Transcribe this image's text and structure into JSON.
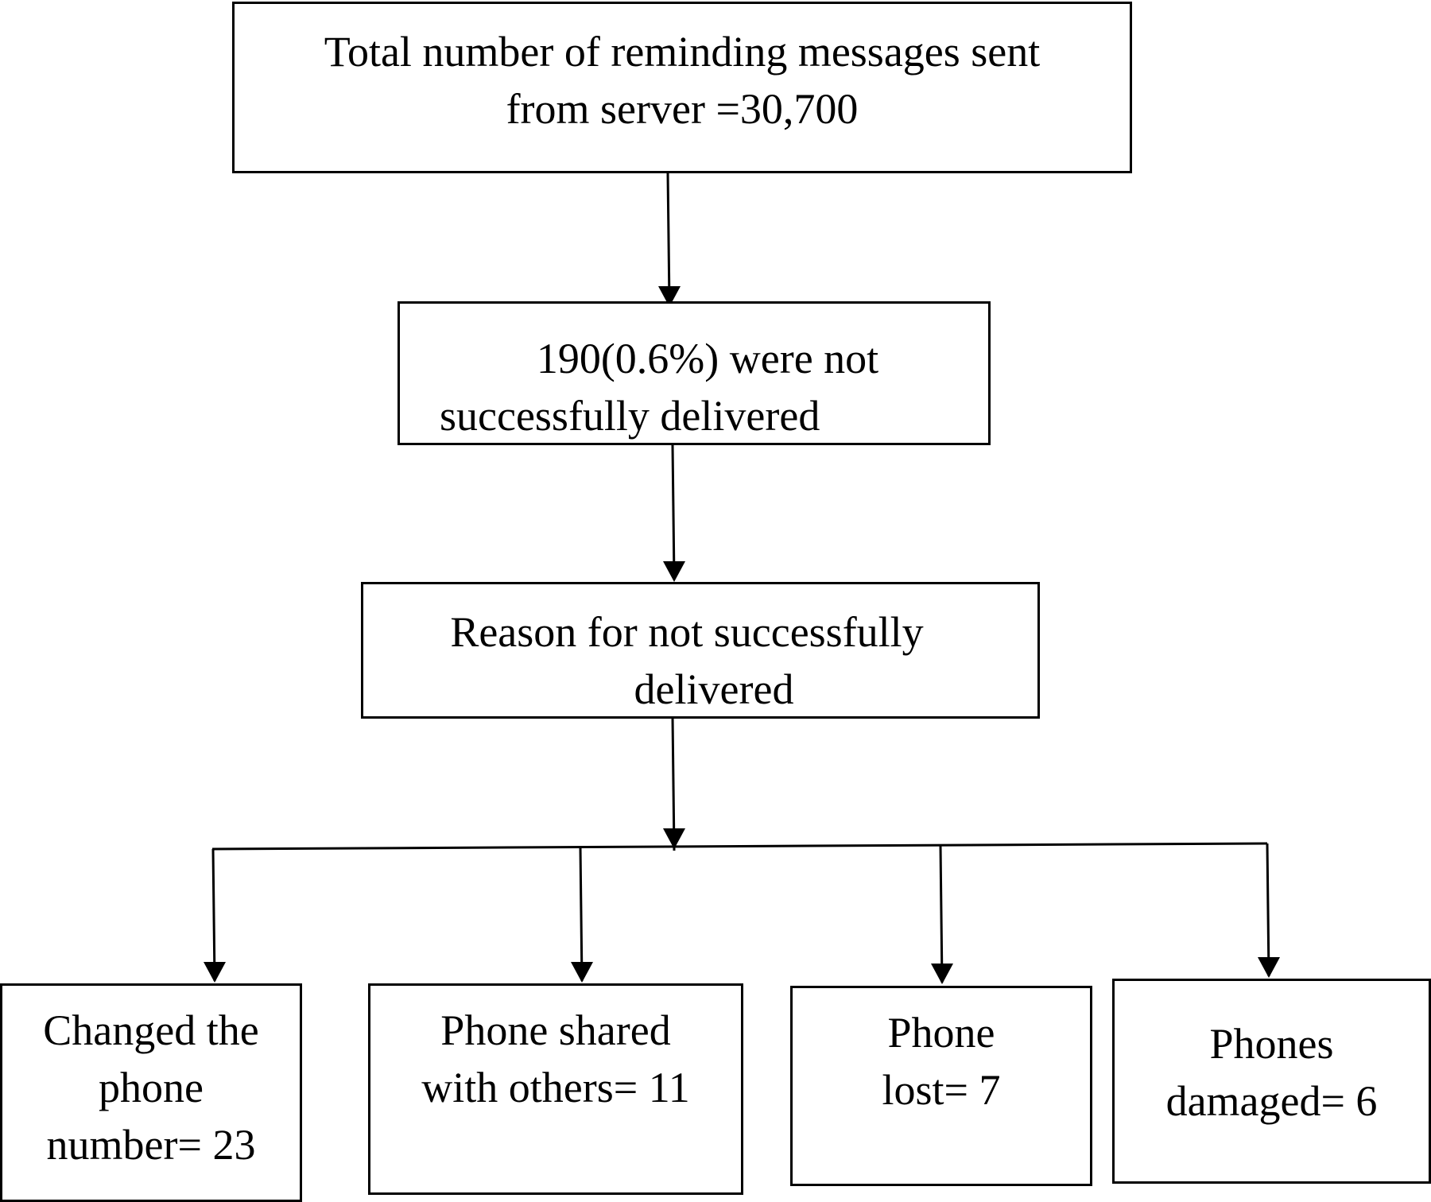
{
  "diagram": {
    "nodes": {
      "total": {
        "lines": [
          "Total number of reminding messages sent",
          "from server =30,700"
        ]
      },
      "failed": {
        "lines": [
          "190(0.6%) were not",
          "successfully delivered"
        ]
      },
      "reason": {
        "lines": [
          "Reason for not successfully",
          "delivered"
        ]
      },
      "changed_number": {
        "lines": [
          "Changed the",
          "phone",
          "number= 23"
        ]
      },
      "shared": {
        "lines": [
          "Phone shared",
          "with others= 11"
        ]
      },
      "lost": {
        "lines": [
          "Phone",
          "lost= 7"
        ]
      },
      "damaged": {
        "lines": [
          "Phones",
          "damaged= 6"
        ]
      }
    },
    "edges": [
      {
        "from": "total",
        "to": "failed"
      },
      {
        "from": "failed",
        "to": "reason"
      },
      {
        "from": "reason",
        "to": "changed_number"
      },
      {
        "from": "reason",
        "to": "shared"
      },
      {
        "from": "reason",
        "to": "lost"
      },
      {
        "from": "reason",
        "to": "damaged"
      }
    ],
    "colors": {
      "stroke": "#000000",
      "fill": "#ffffff",
      "text": "#000000"
    }
  }
}
